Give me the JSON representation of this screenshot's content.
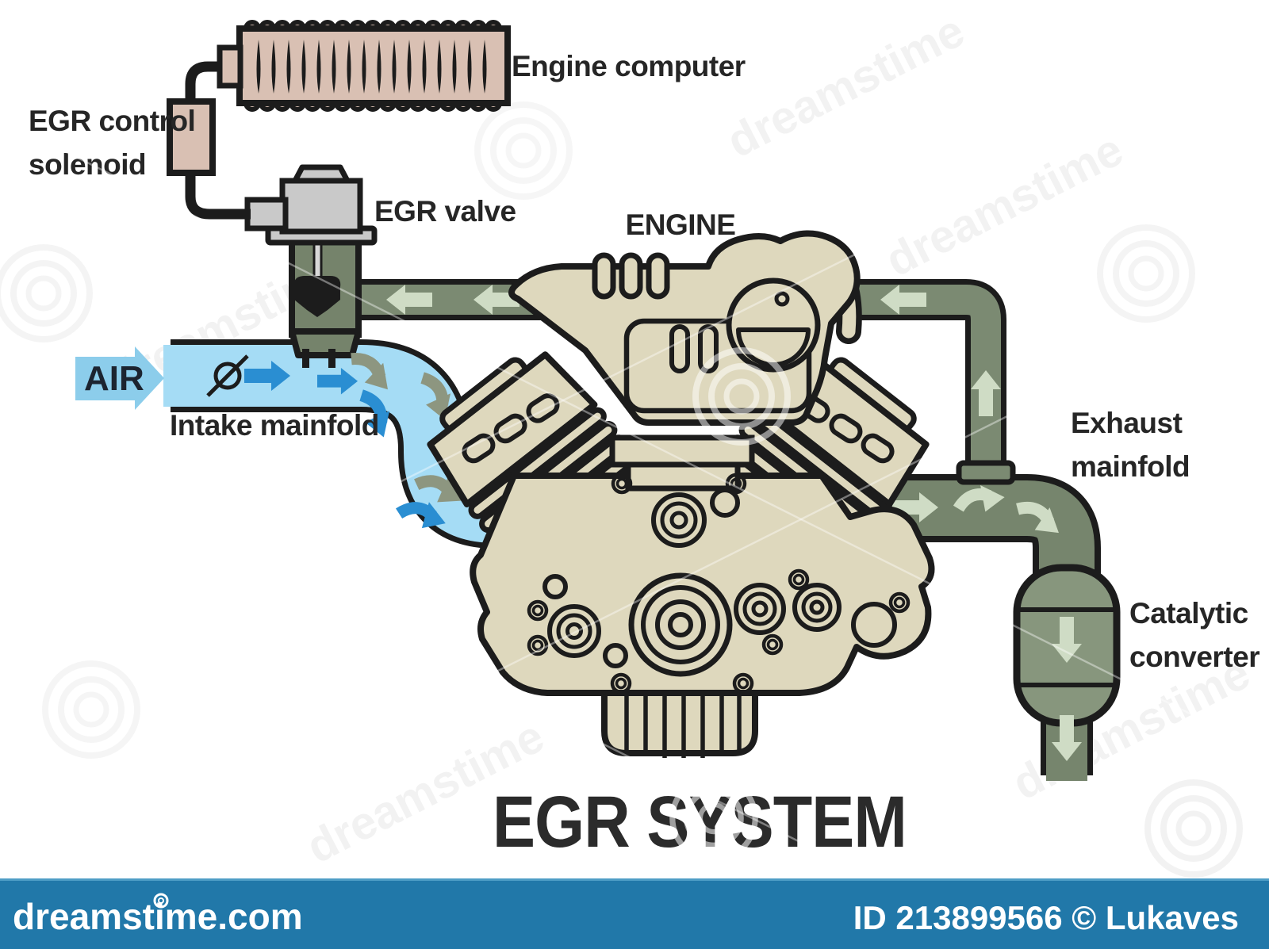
{
  "diagram": {
    "title": "EGR SYSTEM",
    "labels": {
      "engine_computer": "Engine computer",
      "egr_control_line1": "EGR control",
      "egr_control_line2": "solenoid",
      "egr_valve": "EGR valve",
      "engine": "ENGINE",
      "air": "AIR",
      "intake_manifold": "Intake mainfold",
      "exhaust_line1": "Exhaust",
      "exhaust_line2": "mainfold",
      "catalytic_line1": "Catalytic",
      "catalytic_line2": "converter"
    },
    "colors": {
      "engine_beige": "#ded8bd",
      "component_pink": "#d9c0b3",
      "valve_gray": "#c9c9c9",
      "valve_body_green": "#75836b",
      "pipe_green": "#7b8a72",
      "exhaust_pipe_green": "#76856d",
      "catalytic_green": "#87967d",
      "flow_arrow_light": "#cfdcc5",
      "intake_blue": "#a5dcf5",
      "air_arrow_blue": "#8ccdeb",
      "flow_arrow_blue": "#2a8ed2",
      "recirc_arrow_gray": "#8d9680",
      "outline_black": "#1c1c1c"
    }
  },
  "watermark": {
    "brand": "dreamstime.com",
    "credit": "ID 213899566 © Lukaves",
    "diagonal_text": "dreamstime",
    "bar_color": "#2178a9"
  }
}
